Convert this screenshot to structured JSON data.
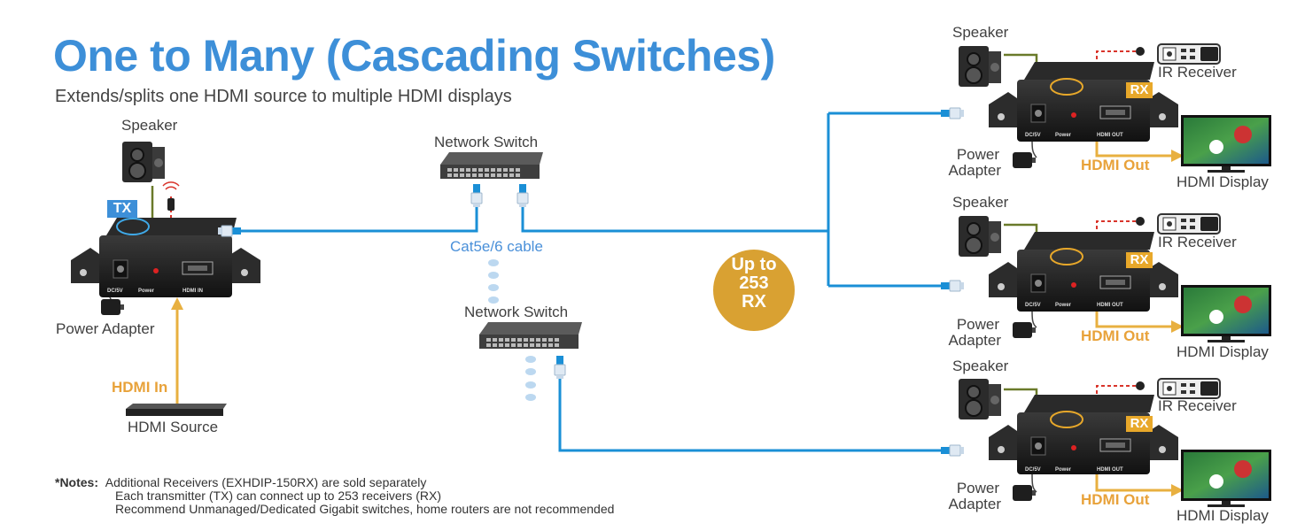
{
  "title": "One to Many (Cascading Switches)",
  "subtitle": "Extends/splits one HDMI source to multiple HDMI displays",
  "tx": {
    "badge": "TX",
    "speaker_label": "Speaker",
    "power_adapter_label": "Power Adapter",
    "hdmi_in_label": "HDMI In",
    "hdmi_source_label": "HDMI Source"
  },
  "switches": {
    "top_label": "Network Switch",
    "bottom_label": "Network Switch",
    "cable_label": "Cat5e/6 cable"
  },
  "capacity": {
    "line1": "Up to",
    "line2": "253",
    "line3": "RX"
  },
  "receivers": [
    {
      "badge": "RX",
      "speaker_label": "Speaker",
      "ir_label": "IR Receiver",
      "power_label_1": "Power",
      "power_label_2": "Adapter",
      "hdmi_out_label": "HDMI Out",
      "display_label": "HDMI Display"
    },
    {
      "badge": "RX",
      "speaker_label": "Speaker",
      "ir_label": "IR Receiver",
      "power_label_1": "Power",
      "power_label_2": "Adapter",
      "hdmi_out_label": "HDMI Out",
      "display_label": "HDMI Display"
    },
    {
      "badge": "RX",
      "speaker_label": "Speaker",
      "ir_label": "IR Receiver",
      "power_label_1": "Power",
      "power_label_2": "Adapter",
      "hdmi_out_label": "HDMI Out",
      "display_label": "HDMI Display"
    }
  ],
  "device_text": {
    "dc": "DC/5V",
    "power": "Power",
    "hdmi_in": "HDMI IN",
    "hdmi_out": "HDMI OUT"
  },
  "notes": {
    "prefix": "*Notes:",
    "line1": "Additional Receivers (EXHDIP-150RX) are sold separately",
    "line2": "Each transmitter (TX) can connect up to 253 receivers (RX)",
    "line3": "Recommend Unmanaged/Dedicated Gigabit switches, home routers are not recommended"
  },
  "colors": {
    "title": "#3d8fd8",
    "network_cable": "#1a8fd6",
    "hdmi_cable": "#e8b040",
    "audio_cable": "#6a7a2a",
    "ir_cable": "#d9342b",
    "capacity_badge": "#d9a132"
  }
}
